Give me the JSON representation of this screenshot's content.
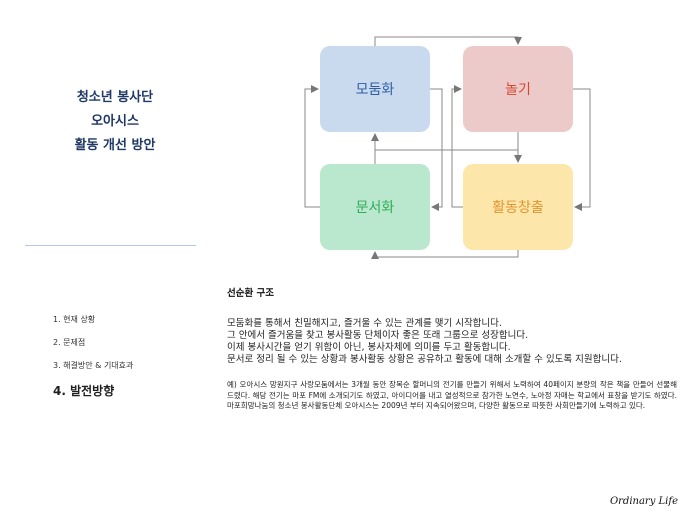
{
  "title": {
    "line1": "청소년 봉사단",
    "line2": "오아시스",
    "line3": "활동 개선 방안"
  },
  "nav": {
    "items": [
      {
        "label": "1. 현재 상황"
      },
      {
        "label": "2. 문제점"
      },
      {
        "label": "3. 해결방안 & 기대효과"
      },
      {
        "label": "4. 발전방향"
      }
    ],
    "active_index": 3
  },
  "diagram": {
    "boxes": [
      {
        "label": "모둠화",
        "color": "#c9d9ee",
        "text_color": "#2e5fa3"
      },
      {
        "label": "놀기",
        "color": "#eccaca",
        "text_color": "#d7462f"
      },
      {
        "label": "문서화",
        "color": "#b9e8ce",
        "text_color": "#2fad57"
      },
      {
        "label": "활동창출",
        "color": "#fde6a9",
        "text_color": "#e3942f"
      }
    ]
  },
  "content": {
    "title": "선순환 구조",
    "lines": [
      "모둠화를 통해서 친밀해지고, 즐거울 수 있는 관계를 맺기 시작합니다.",
      "그 안에서 즐거움을 찾고 봉사활동 단체이자 좋은 또래 그룹으로 성장합니다.",
      "이제 봉사시간을 얻기 위함이 아닌, 봉사자체에 의미를 두고 활동합니다.",
      "문서로 정리 될 수 있는 상황과 봉사활동 상황은 공유하고 활동에 대해 소개할 수 있도록 지원합니다."
    ],
    "example": "예) 오아시스 망원지구 사랑모둠에서는 3개월 동안 장복순 할머니의 전기를 만들기 위해서 노력하여 40페이지 분량의 작은 책을 만들어 선물해 드렸다. 해당 전기는 마포 FM에 소개되기도 하였고, 아이디어를 내고 열성적으로 참가한 노연수, 노아정 자매는 학교에서 표창을 받기도 하였다. 마포희망나눔의 청소년 봉사활동단체 오아시스는 2009년 부터 지속되어왔으며, 다양한 활동으로 따뜻한 사회만들기에 노력하고 있다."
  },
  "brand": "Ordinary Life"
}
